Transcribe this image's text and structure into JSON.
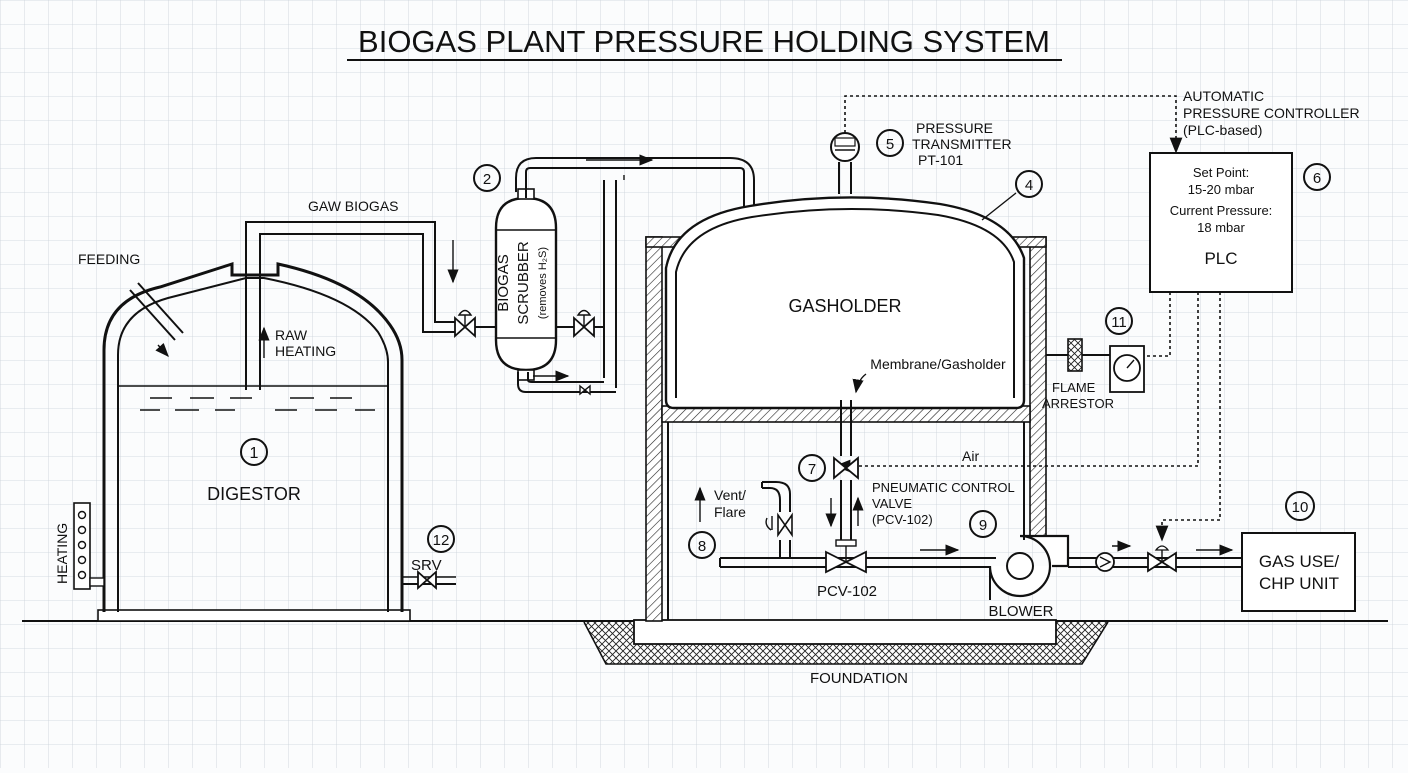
{
  "title": "BIOGAS PLANT PRESSURE HOLDING SYSTEM",
  "numbers": [
    "1",
    "2",
    "4",
    "5",
    "6",
    "7",
    "8",
    "9",
    "10",
    "11",
    "12"
  ],
  "labels": {
    "digestor": "DIGESTOR",
    "feeding": "FEEDING",
    "heating_side": "HEATING",
    "raw": "RAW",
    "raw_heating": "HEATING",
    "gaw_biogas": "GAW BIOGAS",
    "scrubber_l1": "BIOGAS",
    "scrubber_l2": "SCRUBBER",
    "scrubber_l3": "(removes H₂S)",
    "gasholder": "GASHOLDER",
    "membrane": "Membrane/Gasholder",
    "pt_l1": "PRESSURE",
    "pt_l2": "TRANSMITTER",
    "pt_l3": "PT-101",
    "apc_l1": "AUTOMATIC",
    "apc_l2": "PRESSURE CONTROLLER",
    "apc_l3": "(PLC-based)",
    "plc_set_label": "Set Point:",
    "plc_set_value": "15-20 mbar",
    "plc_current_label": "Current Pressure:",
    "plc_current_value": "18 mbar",
    "plc": "PLC",
    "flame_l1": "FLAME",
    "flame_l2": "ARRESTOR",
    "air": "Air",
    "pcv_l1": "PNEUMATIC CONTROL",
    "pcv_l2": "VALVE",
    "pcv_l3": "(PCV-102)",
    "pcv_tag": "PCV-102",
    "vent_l1": "Vent/",
    "vent_l2": "Flare",
    "srv": "SRV",
    "blower": "BLOWER",
    "gas_use_l1": "GAS USE/",
    "gas_use_l2": "CHP UNIT",
    "foundation": "FOUNDATION"
  }
}
